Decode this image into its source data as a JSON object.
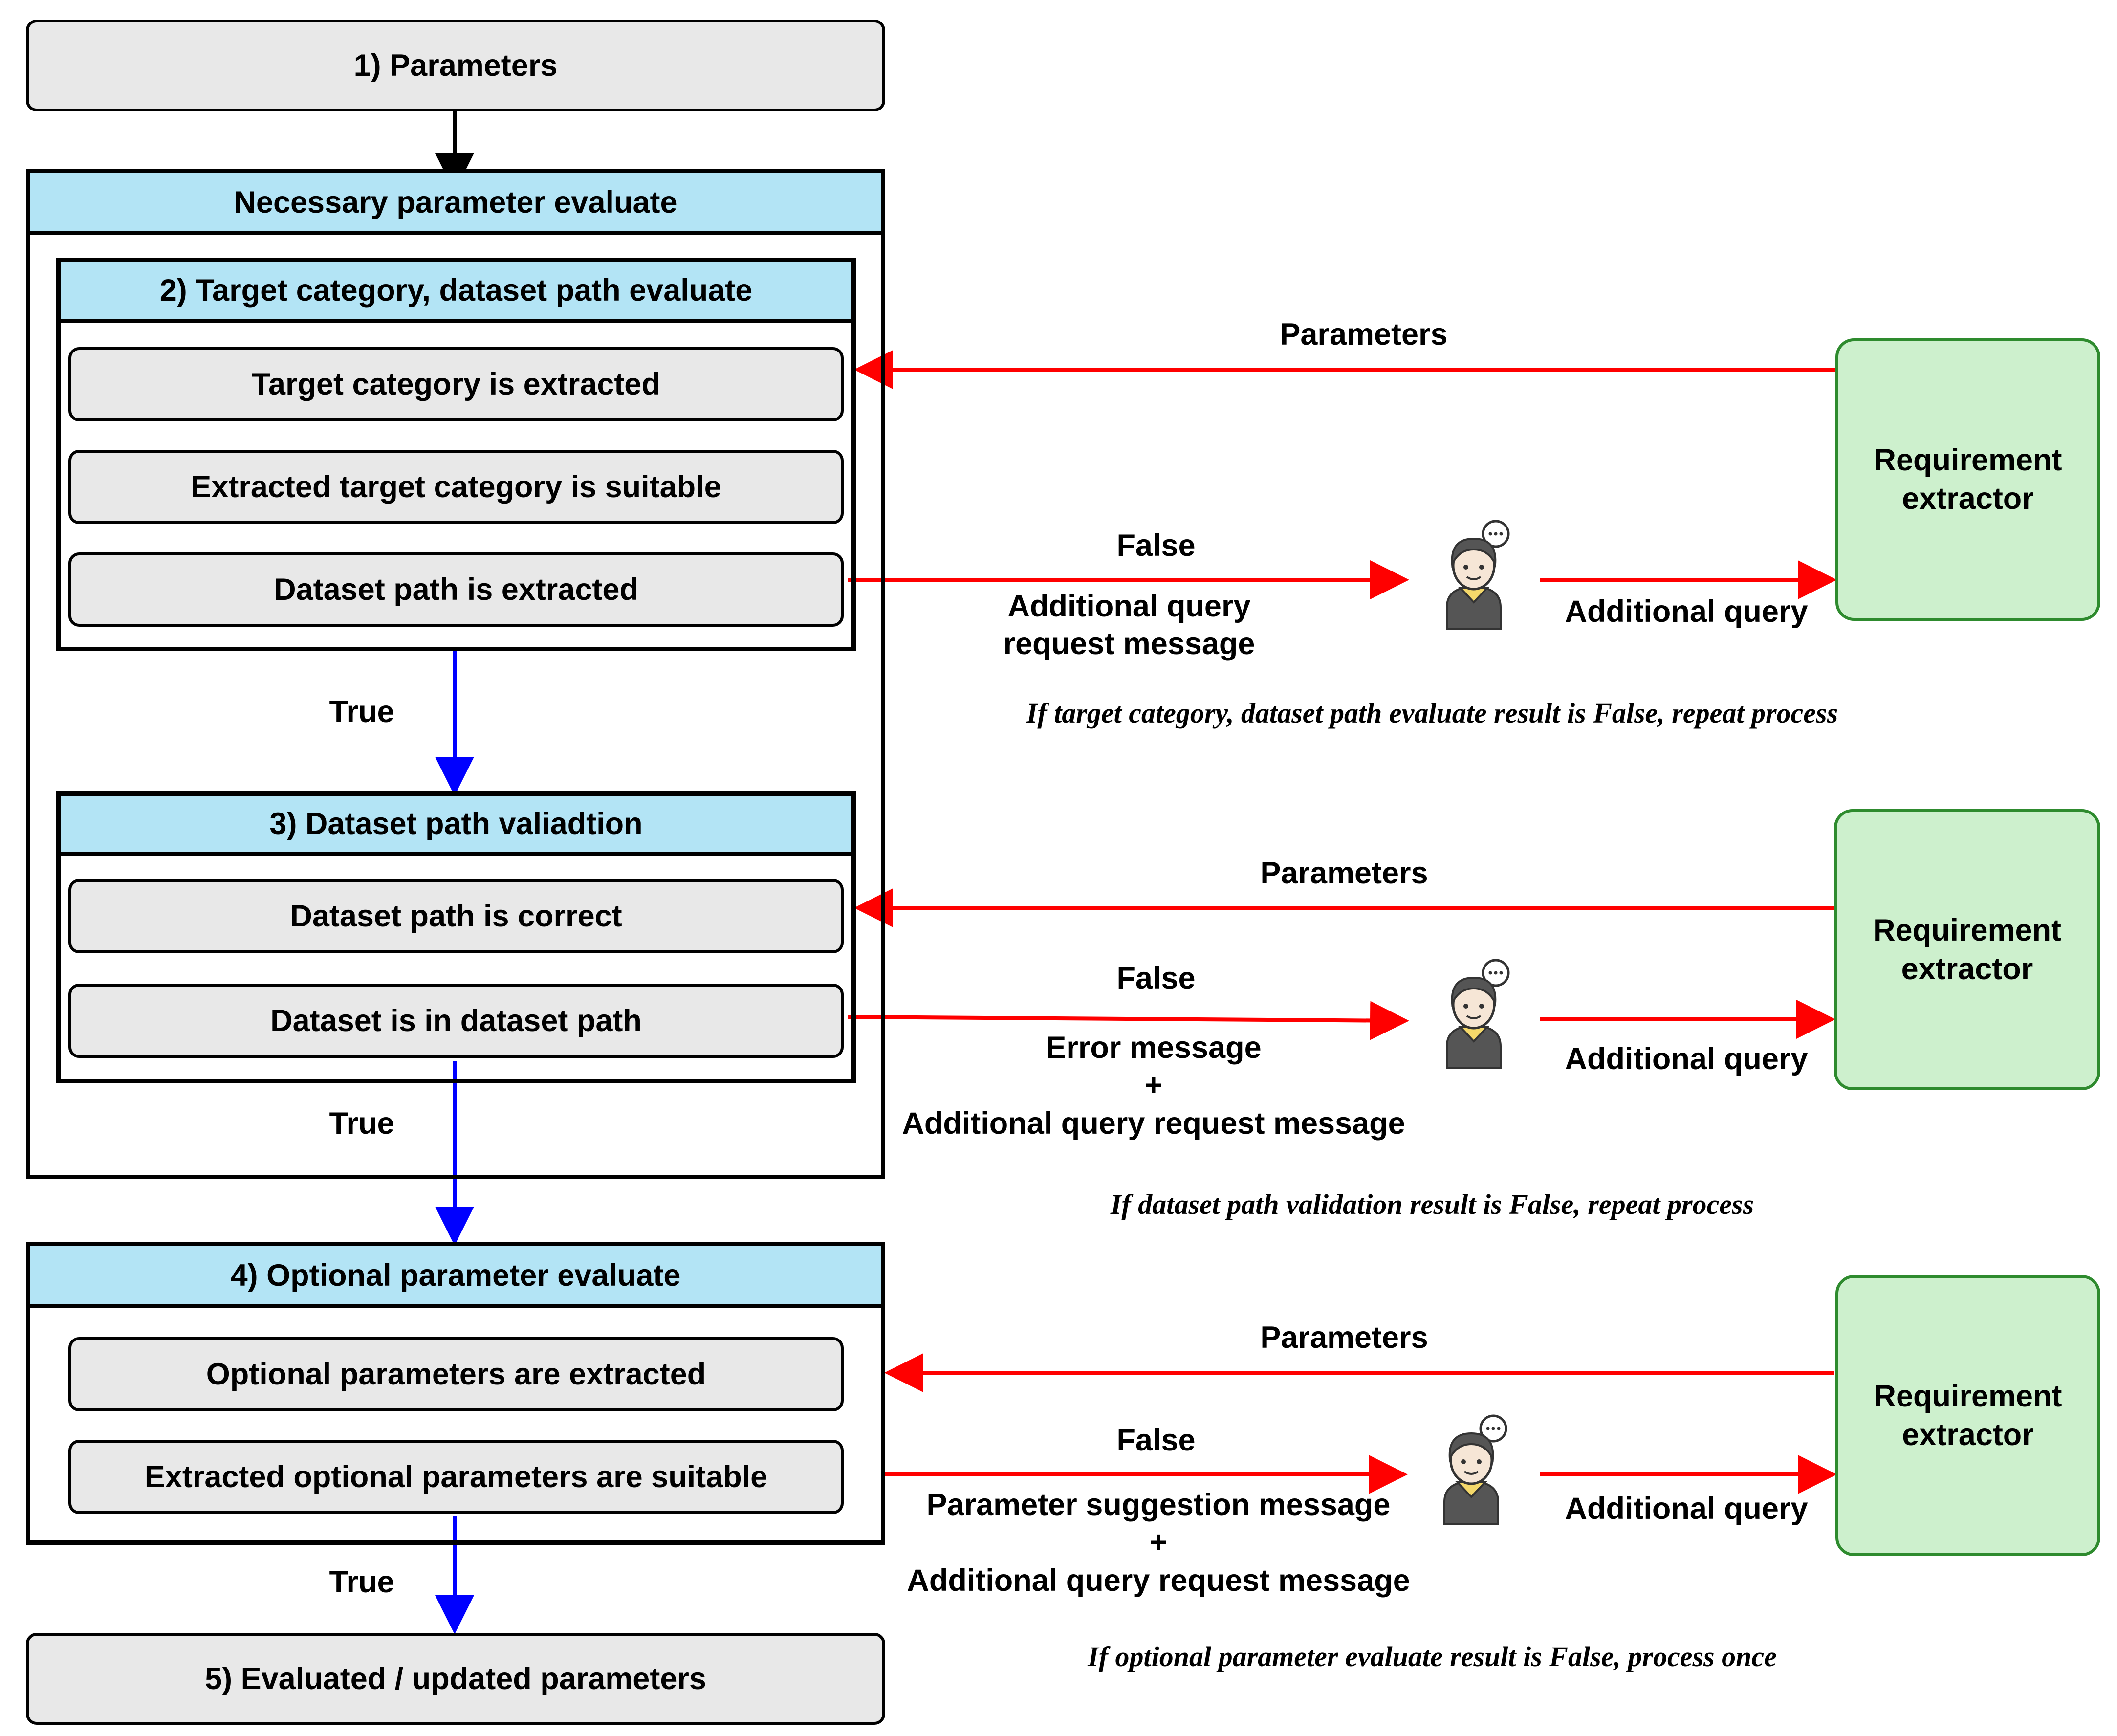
{
  "steps": {
    "parameters": "1) Parameters",
    "necessary": "Necessary parameter evaluate",
    "target": {
      "title": "2) Target category, dataset path evaluate",
      "items": [
        "Target category is extracted",
        "Extracted target category is suitable",
        "Dataset path is extracted"
      ]
    },
    "validation": {
      "title": "3) Dataset path valiadtion",
      "items": [
        "Dataset path is correct",
        "Dataset is in dataset path"
      ]
    },
    "optional": {
      "title": "4) Optional parameter evaluate",
      "items": [
        "Optional parameters are extracted",
        "Extracted optional parameters are suitable"
      ]
    },
    "result": "5) Evaluated / updated parameters"
  },
  "flow_labels": {
    "true1": "True",
    "true2": "True",
    "true3": "True"
  },
  "loops": [
    {
      "extractor": "Requirement\nextractor",
      "parameters": "Parameters",
      "false": "False",
      "message": "Additional query\nrequest message",
      "additional_query": "Additional query",
      "note": "If target category, dataset path evaluate result is False, repeat process"
    },
    {
      "extractor": "Requirement\nextractor",
      "parameters": "Parameters",
      "false": "False",
      "message": "Error message\n+\nAdditional query request message",
      "additional_query": "Additional query",
      "note": "If dataset path validation result is False, repeat process"
    },
    {
      "extractor": "Requirement\nextractor",
      "parameters": "Parameters",
      "false": "False",
      "message": "Parameter suggestion message\n+\nAdditional query request message",
      "additional_query": "Additional query",
      "note": "If optional parameter evaluate result is False, process once"
    }
  ],
  "colors": {
    "header": "#b3e4f5",
    "box": "#e8e8e8",
    "extractor": "#cdf0cd",
    "extractor_border": "#2e8b2e",
    "false_arrow": "#ff0000",
    "true_arrow": "#0000ff"
  },
  "icons": [
    "user-with-chat-bubble-icon"
  ]
}
